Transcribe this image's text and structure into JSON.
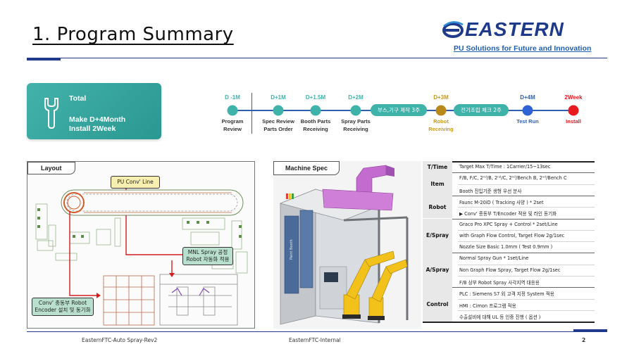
{
  "header": {
    "title": "1. Program Summary",
    "logo_text": "EASTERN",
    "tagline": "PU Solutions for Future and Innovation",
    "brand_color": "#1f3a8a"
  },
  "total": {
    "title": "Total",
    "line1": "Make D+4Month",
    "line2": "Install 2Week",
    "icon": "wrench-icon"
  },
  "timeline": {
    "milestones": [
      {
        "top": "D -1M",
        "bottom1": "Program",
        "bottom2": "Review",
        "dot_color": "#3fb2aa",
        "top_color": "#3fb2aa",
        "bottom_color": "#333333"
      },
      {
        "top": "D+1M",
        "bottom1": "Spec Review",
        "bottom2": "Parts Order",
        "dot_color": "#3fb2aa",
        "top_color": "#3fb2aa",
        "bottom_color": "#333333"
      },
      {
        "top": "D+1.5M",
        "bottom1": "Booth Parts",
        "bottom2": "Receiving",
        "dot_color": "#3fb2aa",
        "top_color": "#3fb2aa",
        "bottom_color": "#333333"
      },
      {
        "top": "D+2M",
        "bottom1": "Spray Parts",
        "bottom2": "Receiving",
        "dot_color": "#3fb2aa",
        "top_color": "#3fb2aa",
        "bottom_color": "#333333"
      },
      {
        "top": "D+3M",
        "bottom1": "Robot",
        "bottom2": "Receiving",
        "dot_color": "#b8891a",
        "top_color": "#c89a1a",
        "bottom_color": "#c89a1a"
      },
      {
        "top": "D+4M",
        "bottom1": "Test Run",
        "bottom2": "",
        "dot_color": "#2f63d6",
        "top_color": "#2f5fb0",
        "bottom_color": "#2f5fb0"
      },
      {
        "top": "2Week",
        "bottom1": "Install",
        "bottom2": "",
        "dot_color": "#e8191f",
        "top_color": "#e8191f",
        "bottom_color": "#e8191f"
      }
    ],
    "pills": [
      "부스,기구 제작 3주",
      "전기조립 체크 2주"
    ]
  },
  "layout_panel": {
    "tab": "Layout",
    "callout_top": "PU Conv' Line",
    "callout_mid_1": "MNL Spray 공정",
    "callout_mid_2": "Robot 자동화 적용",
    "callout_bottom_1": "Conv' 종동부 Robot",
    "callout_bottom_2": "Encoder 설치 및 동기화"
  },
  "machine_panel": {
    "tab": "Machine Spec",
    "booth_label": "Paint Booth"
  },
  "spec": {
    "rows": [
      {
        "category": "T/Time",
        "lines": [
          "Target Max T/Time : 1Carrier/15~13sec"
        ]
      },
      {
        "category": "Item",
        "lines": [
          "F/B, F/C, 2ⁿᵈ/B, 2ⁿᵈ/C, 2ⁿᵈ/Bench B, 2ⁿᵈ/Bench C",
          "Booth 진입기준 생형 우선 분사"
        ]
      },
      {
        "category": "Robot",
        "lines": [
          "Faunc M-20iD ( Tracking 사양 ) * 2set",
          "▶ Conv' 종동부 T/Encoder 적용 및 라인 동기화"
        ]
      },
      {
        "category": "E/Spray",
        "lines": [
          "Graco Pro XPC Spray + Control * 2set/Line",
          "with Graph Flow Control, Target Flow 2g/1sec",
          "Nozzle Size Basic 1.0mm ( Test 0.9mm )"
        ]
      },
      {
        "category": "A/Spray",
        "lines": [
          "Normal Spray Gun * 1set/Line",
          "Non Graph Flow Spray, Target Flow 2g/1sec",
          "F/B 상부 Robot Spray 사각지역 대응용"
        ]
      },
      {
        "category": "Control",
        "lines": [
          "PLC : Siemens S7 외 고객 지정 System 적용",
          "HMI : Cimon 프로그램 적용",
          "수출설비에 대해 UL 등 인증 진행 ( 옵션 )"
        ]
      }
    ]
  },
  "footer": {
    "left": "EasternFTC-Auto Spray-Rev2",
    "center": "EasternFTC-Internal",
    "page": "2"
  }
}
